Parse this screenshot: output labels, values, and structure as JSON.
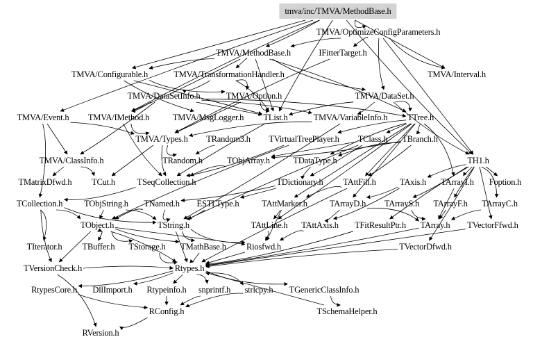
{
  "diagram": {
    "title": "tmva/inc/TMVA/MethodBase.h",
    "root_fill": "#d3d3d3",
    "edge_color": "#000000",
    "nodes": [
      {
        "id": "root",
        "label": "tmva/inc/TMVA/MethodBase.h",
        "root": true
      },
      {
        "id": "optcfg",
        "label": "TMVA/OptimizeConfigParameters.h"
      },
      {
        "id": "methodbase",
        "label": "TMVA/MethodBase.h"
      },
      {
        "id": "ifitter",
        "label": "IFitterTarget.h"
      },
      {
        "id": "configurable",
        "label": "TMVA/Configurable.h"
      },
      {
        "id": "transform",
        "label": "TMVA/TransformationHandler.h"
      },
      {
        "id": "interval",
        "label": "TMVA/Interval.h"
      },
      {
        "id": "datasetinfo",
        "label": "TMVA/DataSetInfo.h"
      },
      {
        "id": "option",
        "label": "TMVA/Option.h"
      },
      {
        "id": "dataset",
        "label": "TMVA/DataSet.h"
      },
      {
        "id": "event",
        "label": "TMVA/Event.h"
      },
      {
        "id": "imethod",
        "label": "TMVA/IMethod.h"
      },
      {
        "id": "msglogger",
        "label": "TMVA/MsgLogger.h"
      },
      {
        "id": "tlist",
        "label": "TList.h"
      },
      {
        "id": "varinfo",
        "label": "TMVA/VariableInfo.h"
      },
      {
        "id": "ttree",
        "label": "TTree.h"
      },
      {
        "id": "types",
        "label": "TMVA/Types.h"
      },
      {
        "id": "trandom3",
        "label": "TRandom3.h"
      },
      {
        "id": "tvtp",
        "label": "TVirtualTreePlayer.h"
      },
      {
        "id": "tclass",
        "label": "TClass.h"
      },
      {
        "id": "tbranch",
        "label": "TBranch.h"
      },
      {
        "id": "classinfo",
        "label": "TMVA/ClassInfo.h"
      },
      {
        "id": "trandom",
        "label": "TRandom.h"
      },
      {
        "id": "tobjarray",
        "label": "TObjArray.h"
      },
      {
        "id": "tdatatype",
        "label": "TDataType.h"
      },
      {
        "id": "th1",
        "label": "TH1.h"
      },
      {
        "id": "tmatrixdfwd",
        "label": "TMatrixDfwd.h"
      },
      {
        "id": "tcut",
        "label": "TCut.h"
      },
      {
        "id": "tseqcoll",
        "label": "TSeqCollection.h"
      },
      {
        "id": "tdictionary",
        "label": "TDictionary.h"
      },
      {
        "id": "tattfill",
        "label": "TAttFill.h"
      },
      {
        "id": "taxis",
        "label": "TAxis.h"
      },
      {
        "id": "tarrayi",
        "label": "TArrayI.h"
      },
      {
        "id": "foption",
        "label": "Foption.h"
      },
      {
        "id": "tcollection",
        "label": "TCollection.h"
      },
      {
        "id": "tobjstring",
        "label": "TObjString.h"
      },
      {
        "id": "tnamed",
        "label": "TNamed.h"
      },
      {
        "id": "estltype",
        "label": "ESTLType.h"
      },
      {
        "id": "tattmarker",
        "label": "TAttMarker.h"
      },
      {
        "id": "tarrayd",
        "label": "TArrayD.h"
      },
      {
        "id": "tarrays",
        "label": "TArrayS.h"
      },
      {
        "id": "tarrayf",
        "label": "TArrayF.h"
      },
      {
        "id": "tarrayc",
        "label": "TArrayC.h"
      },
      {
        "id": "tobject",
        "label": "TObject.h"
      },
      {
        "id": "tstring",
        "label": "TString.h"
      },
      {
        "id": "tattline",
        "label": "TAttLine.h"
      },
      {
        "id": "tattaxis",
        "label": "TAttAxis.h"
      },
      {
        "id": "tfitresultptr",
        "label": "TFitResultPtr.h"
      },
      {
        "id": "tarray",
        "label": "TArray.h"
      },
      {
        "id": "tvectorffwd",
        "label": "TVectorFfwd.h"
      },
      {
        "id": "titerator",
        "label": "TIterator.h"
      },
      {
        "id": "tbuffer",
        "label": "TBuffer.h"
      },
      {
        "id": "tstorage",
        "label": "TStorage.h"
      },
      {
        "id": "tmathbase",
        "label": "TMathBase.h"
      },
      {
        "id": "riosfwd",
        "label": "Riosfwd.h"
      },
      {
        "id": "tvectordfwd",
        "label": "TVectorDfwd.h"
      },
      {
        "id": "tversioncheck",
        "label": "TVersionCheck.h"
      },
      {
        "id": "rtypes",
        "label": "Rtypes.h"
      },
      {
        "id": "rtypescore",
        "label": "RtypesCore.h"
      },
      {
        "id": "dllimport",
        "label": "DllImport.h"
      },
      {
        "id": "rtypeinfo",
        "label": "Rtypeinfo.h"
      },
      {
        "id": "snprintf",
        "label": "snprintf.h"
      },
      {
        "id": "strlcpy",
        "label": "strlcpy.h"
      },
      {
        "id": "tgenericclassinfo",
        "label": "TGenericClassInfo.h"
      },
      {
        "id": "rconfig",
        "label": "RConfig.h"
      },
      {
        "id": "tschemahelper",
        "label": "TSchemaHelper.h"
      },
      {
        "id": "rversion",
        "label": "RVersion.h"
      }
    ],
    "edges": [
      [
        "root",
        "optcfg"
      ],
      [
        "root",
        "methodbase"
      ],
      [
        "root",
        "configurable"
      ],
      [
        "root",
        "event"
      ],
      [
        "root",
        "imethod"
      ],
      [
        "root",
        "tlist"
      ],
      [
        "root",
        "th1"
      ],
      [
        "root",
        "interval"
      ],
      [
        "optcfg",
        "methodbase"
      ],
      [
        "optcfg",
        "ifitter"
      ],
      [
        "optcfg",
        "interval"
      ],
      [
        "optcfg",
        "dataset"
      ],
      [
        "optcfg",
        "th1"
      ],
      [
        "methodbase",
        "configurable"
      ],
      [
        "methodbase",
        "transform"
      ],
      [
        "methodbase",
        "dataset"
      ],
      [
        "methodbase",
        "imethod"
      ],
      [
        "methodbase",
        "tlist"
      ],
      [
        "methodbase",
        "ttree"
      ],
      [
        "ifitter",
        "types"
      ],
      [
        "configurable",
        "option"
      ],
      [
        "configurable",
        "msglogger"
      ],
      [
        "configurable",
        "tlist"
      ],
      [
        "transform",
        "tlist"
      ],
      [
        "transform",
        "option"
      ],
      [
        "transform",
        "datasetinfo"
      ],
      [
        "datasetinfo",
        "imethod"
      ],
      [
        "datasetinfo",
        "tlist"
      ],
      [
        "datasetinfo",
        "varinfo"
      ],
      [
        "datasetinfo",
        "ttree"
      ],
      [
        "datasetinfo",
        "classinfo"
      ],
      [
        "option",
        "tlist"
      ],
      [
        "option",
        "types"
      ],
      [
        "dataset",
        "tlist"
      ],
      [
        "dataset",
        "ttree"
      ],
      [
        "dataset",
        "varinfo"
      ],
      [
        "dataset",
        "th1"
      ],
      [
        "event",
        "classinfo"
      ],
      [
        "event",
        "types"
      ],
      [
        "event",
        "tcollection"
      ],
      [
        "imethod",
        "types"
      ],
      [
        "imethod",
        "tseqcoll"
      ],
      [
        "msglogger",
        "types"
      ],
      [
        "tlist",
        "tseqcoll"
      ],
      [
        "varinfo",
        "types"
      ],
      [
        "varinfo",
        "tstring"
      ],
      [
        "ttree",
        "tbranch"
      ],
      [
        "ttree",
        "tclass"
      ],
      [
        "ttree",
        "tvtp"
      ],
      [
        "ttree",
        "tdatatype"
      ],
      [
        "ttree",
        "tattfill"
      ],
      [
        "ttree",
        "tattline"
      ],
      [
        "ttree",
        "tattmarker"
      ],
      [
        "ttree",
        "tarrayd"
      ],
      [
        "ttree",
        "tarrayi"
      ],
      [
        "types",
        "trandom"
      ],
      [
        "types",
        "tseqcoll"
      ],
      [
        "types",
        "tcut"
      ],
      [
        "trandom3",
        "trandom"
      ],
      [
        "tvtp",
        "tobject"
      ],
      [
        "tvtp",
        "tseqcoll"
      ],
      [
        "tclass",
        "tdictionary"
      ],
      [
        "tclass",
        "tobjarray"
      ],
      [
        "tclass",
        "tstring"
      ],
      [
        "tbranch",
        "tdatatype"
      ],
      [
        "tbranch",
        "tattfill"
      ],
      [
        "tbranch",
        "tobjarray"
      ],
      [
        "classinfo",
        "tmatrixdfwd"
      ],
      [
        "classinfo",
        "tcut"
      ],
      [
        "tobjarray",
        "tseqcoll"
      ],
      [
        "tdatatype",
        "tdictionary"
      ],
      [
        "th1",
        "tarrayi"
      ],
      [
        "th1",
        "foption"
      ],
      [
        "th1",
        "taxis"
      ],
      [
        "th1",
        "tarrayc"
      ],
      [
        "th1",
        "tarrays"
      ],
      [
        "th1",
        "tarrayf"
      ],
      [
        "th1",
        "tvectorffwd"
      ],
      [
        "th1",
        "tvectordfwd"
      ],
      [
        "th1",
        "tfitresultptr"
      ],
      [
        "tseqcoll",
        "tcollection"
      ],
      [
        "tdictionary",
        "tnamed"
      ],
      [
        "tdictionary",
        "estltype"
      ],
      [
        "tattfill",
        "rtypes"
      ],
      [
        "tattfill",
        "tattmarker"
      ],
      [
        "taxis",
        "tattaxis"
      ],
      [
        "taxis",
        "tarrayd"
      ],
      [
        "tarrayi",
        "tarray"
      ],
      [
        "tcollection",
        "tobject"
      ],
      [
        "tcollection",
        "titerator"
      ],
      [
        "tcollection",
        "tstring"
      ],
      [
        "tcollection",
        "tversioncheck"
      ],
      [
        "tobjstring",
        "tobject"
      ],
      [
        "tobjstring",
        "tstring"
      ],
      [
        "tnamed",
        "tobject"
      ],
      [
        "tnamed",
        "tstring"
      ],
      [
        "estltype",
        "tstring"
      ],
      [
        "tattmarker",
        "riosfwd"
      ],
      [
        "tattmarker",
        "tattline"
      ],
      [
        "tarrayd",
        "tarray"
      ],
      [
        "tarrayd",
        "tattaxis"
      ],
      [
        "tarrays",
        "tarray"
      ],
      [
        "tarrayf",
        "tarray"
      ],
      [
        "tarrayc",
        "tarray"
      ],
      [
        "tobject",
        "tbuffer"
      ],
      [
        "tobject",
        "tstorage"
      ],
      [
        "tobject",
        "tmathbase"
      ],
      [
        "tobject",
        "riosfwd"
      ],
      [
        "tobject",
        "rtypes"
      ],
      [
        "tobject",
        "tversioncheck"
      ],
      [
        "tstring",
        "riosfwd"
      ],
      [
        "tstring",
        "tmathbase"
      ],
      [
        "tstring",
        "rtypes"
      ],
      [
        "tattline",
        "riosfwd"
      ],
      [
        "tattaxis",
        "riosfwd"
      ],
      [
        "tfitresultptr",
        "rtypes"
      ],
      [
        "tarray",
        "rtypes"
      ],
      [
        "tvectorffwd",
        "rtypes"
      ],
      [
        "tvectordfwd",
        "rtypes"
      ],
      [
        "tbuffer",
        "tobject"
      ],
      [
        "tstorage",
        "rtypes"
      ],
      [
        "tmathbase",
        "rtypes"
      ],
      [
        "riosfwd",
        "rtypes"
      ],
      [
        "tversioncheck",
        "rtypes"
      ],
      [
        "tversioncheck",
        "rversion"
      ],
      [
        "rtypes",
        "rtypescore"
      ],
      [
        "rtypes",
        "dllimport"
      ],
      [
        "rtypes",
        "rtypeinfo"
      ],
      [
        "rtypes",
        "snprintf"
      ],
      [
        "rtypes",
        "strlcpy"
      ],
      [
        "rtypes",
        "tgenericclassinfo"
      ],
      [
        "rtypescore",
        "rconfig"
      ],
      [
        "rtypeinfo",
        "rconfig"
      ],
      [
        "snprintf",
        "rconfig"
      ],
      [
        "strlcpy",
        "rconfig"
      ],
      [
        "rconfig",
        "rversion"
      ],
      [
        "tgenericclassinfo",
        "tschemahelper"
      ],
      [
        "tschemahelper",
        "rtypes"
      ]
    ]
  }
}
